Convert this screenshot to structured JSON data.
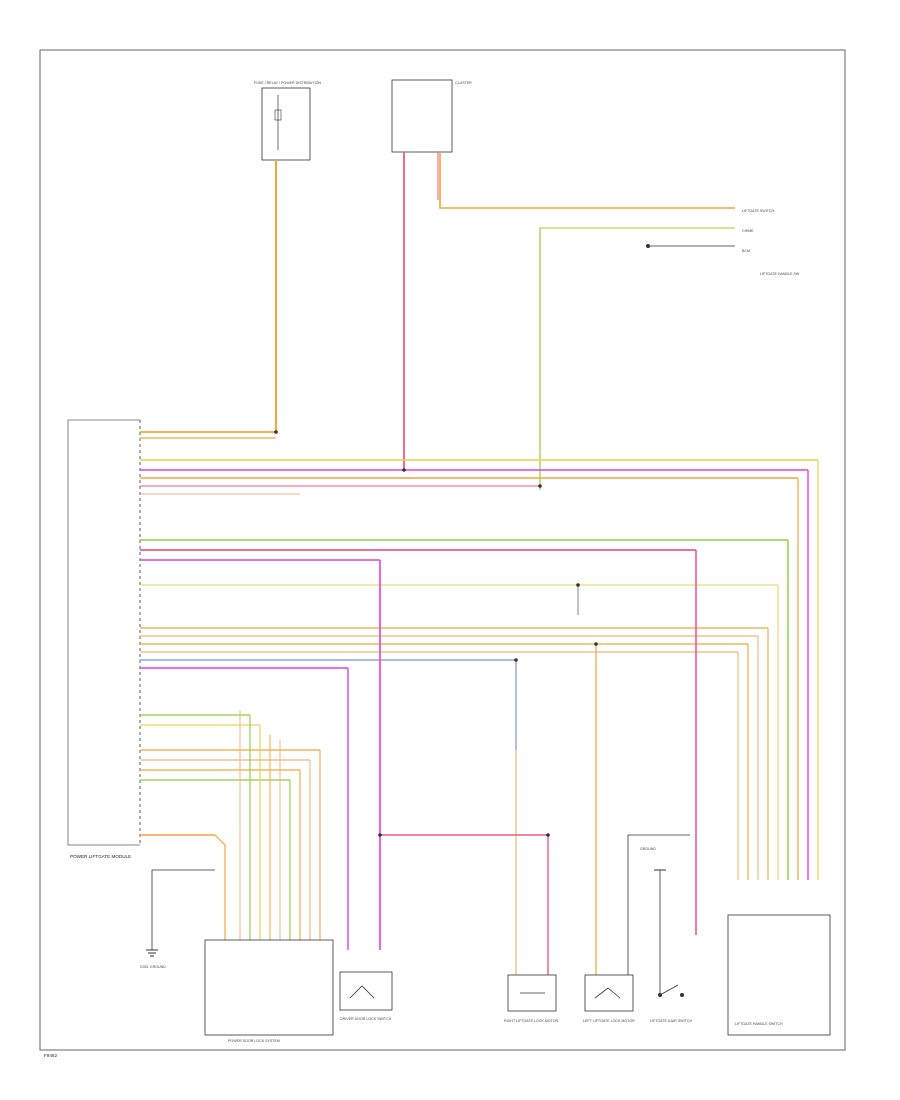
{
  "diagram": {
    "corner_label": "F9462",
    "components": {
      "top_fuse": {
        "caption": "FUSE / RELAY / POWER DISTRIBUTION"
      },
      "top_module": {
        "caption": "CLUSTER"
      },
      "left_block": {
        "caption": "POWER LIFTGATE MODULE"
      },
      "lower_connector": {
        "caption": "POWER DOOR LOCK SYSTEM"
      },
      "b1": {
        "caption": "DRIVER DOOR LOCK SWITCH"
      },
      "b2": {
        "caption": "RIGHT LIFTGATE LOCK MOTOR"
      },
      "b3": {
        "caption": "LEFT LIFTGATE LOCK MOTOR"
      },
      "b4": {
        "caption": "LIFTGATE AJAR SWITCH"
      },
      "right_connector": {
        "caption": "LIFTGATE HANDLE SWITCH"
      },
      "ground_left": {
        "caption": "G301 GROUND"
      },
      "ground_right": {
        "caption": "GROUND"
      }
    },
    "right_labels": [
      "LIFTGATE SWITCH",
      "CHIME",
      "BCM",
      "LIFTGATE HANDLE SW"
    ],
    "colors": {
      "orange": "#f7a43a",
      "pink": "#ee5a8c",
      "magenta": "#e040e0",
      "green": "#8ccf3c",
      "yellow": "#e9d24a",
      "blue": "#7a8fe0",
      "tan": "#e8b97a",
      "dark": "#333333"
    }
  }
}
